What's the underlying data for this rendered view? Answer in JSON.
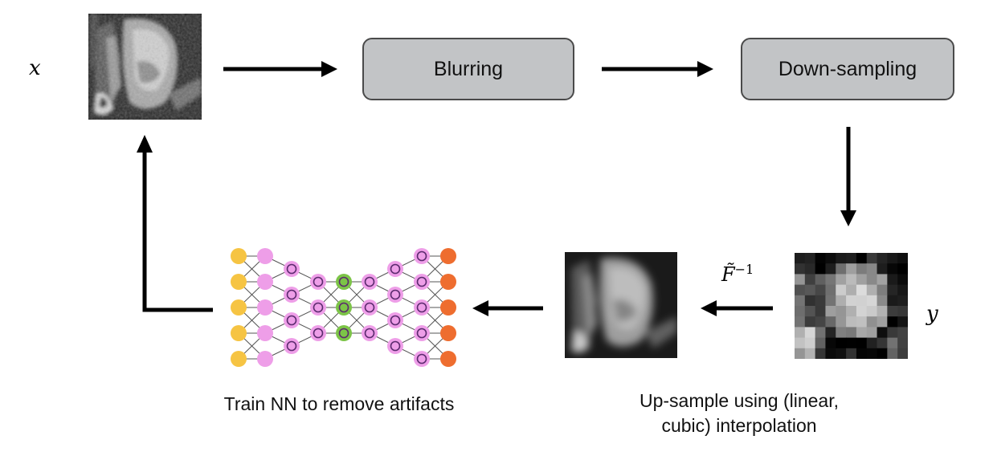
{
  "variables": {
    "input_image": "x",
    "low_res_image": "y",
    "operator": "F̃",
    "operator_exponent": "−1"
  },
  "boxes": {
    "blurring": "Blurring",
    "downsampling": "Down-sampling"
  },
  "captions": {
    "train_nn": "Train NN to remove artifacts",
    "upsample_line1": "Up-sample using (linear,",
    "upsample_line2": "cubic) interpolation"
  },
  "colors": {
    "box_fill": "#c2c4c6",
    "box_border": "#4a4a4a",
    "arrow": "#000000",
    "nn_input_node": "#f6c443",
    "nn_hidden_node": "#ee9ee8",
    "nn_bottleneck_node": "#7cc447",
    "nn_output_node": "#ee6d2f"
  },
  "icons": {
    "input_image": "mri-slice-sharp",
    "upsampled_image": "mri-slice-blurred",
    "low_res_image": "mri-slice-pixelated",
    "network": "autoencoder-network-icon"
  }
}
